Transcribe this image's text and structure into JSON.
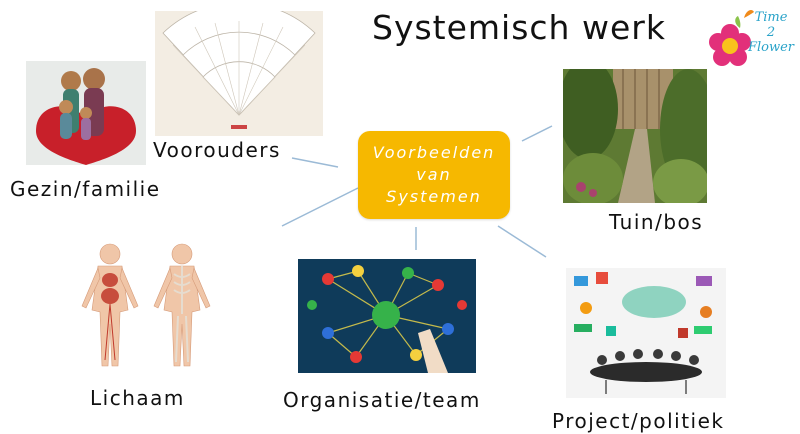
{
  "title": "Systemisch werk",
  "center": {
    "line1": "Voorbeelden",
    "line2": "van",
    "line3": "Systemen"
  },
  "nodes": {
    "gezin": "Gezin/familie",
    "voorouders": "Voorouders",
    "tuin": "Tuin/bos",
    "lichaam": "Lichaam",
    "organisatie": "Organisatie/team",
    "project": "Project/politiek"
  },
  "logo": {
    "line1": "Time",
    "line2": "2",
    "line3": "Flower"
  },
  "colors": {
    "center_fill": "#f6b800",
    "connector": "#9bbad6",
    "logo_text": "#2aa3c9"
  }
}
